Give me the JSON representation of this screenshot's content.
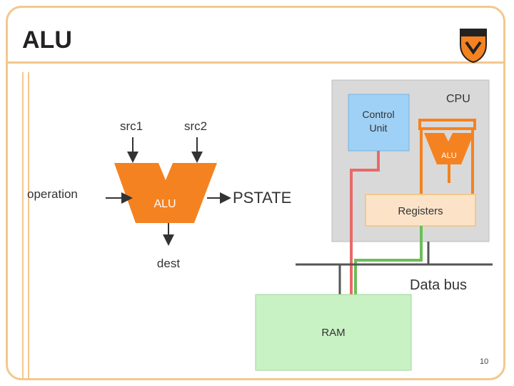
{
  "slide": {
    "title": "ALU",
    "page_number": "10"
  },
  "alu_diagram": {
    "src1": "src1",
    "src2": "src2",
    "operation": "operation",
    "alu": "ALU",
    "pstate": "PSTATE",
    "dest": "dest"
  },
  "cpu_diagram": {
    "cpu": "CPU",
    "control_unit_line1": "Control",
    "control_unit_line2": "Unit",
    "alu": "ALU",
    "registers": "Registers",
    "data_bus": "Data bus",
    "ram": "RAM"
  },
  "colors": {
    "accent": "#f4c78e",
    "alu_orange": "#f58220",
    "cpu_gray": "#d9d9d9",
    "control_blue": "#9fd0f5",
    "registers_peach": "#fce3c8",
    "ram_green": "#c9f2c4",
    "control_line": "#e86a6a",
    "data_line": "#6bbf59"
  },
  "icons": {
    "logo": "princeton-shield-icon"
  }
}
